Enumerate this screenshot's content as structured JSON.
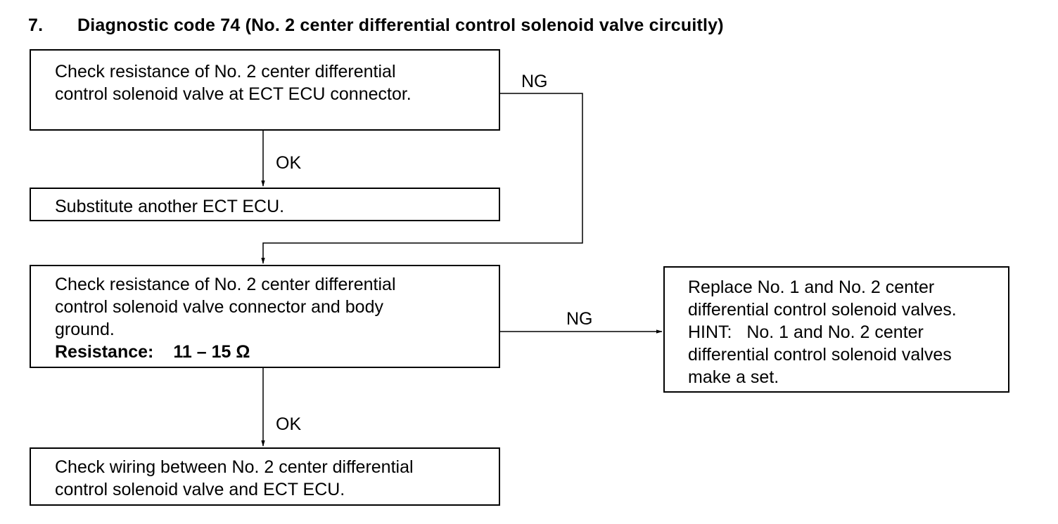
{
  "heading": {
    "number": "7.",
    "title": "Diagnostic code 74 (No. 2 center differential control solenoid valve circuitly)"
  },
  "steps": {
    "check_ecu_connector": {
      "lines": [
        "Check resistance of No. 2 center differential",
        "control solenoid valve at ECT ECU connector."
      ]
    },
    "substitute_ecu": {
      "text": "Substitute another ECT ECU."
    },
    "check_body_ground": {
      "lines": [
        "Check resistance of No. 2 center differential",
        "control solenoid valve connector and body",
        "ground."
      ],
      "spec_label": "Resistance:",
      "spec_value": "11 – 15 Ω"
    },
    "check_wiring": {
      "lines": [
        "Check wiring between No. 2 center differential",
        "control solenoid valve and ECT ECU."
      ]
    },
    "replace_valves": {
      "lines": [
        "Replace No. 1 and No. 2 center",
        "differential control solenoid valves.",
        "HINT:   No. 1 and No. 2 center",
        "differential control solenoid valves",
        "make a set."
      ]
    }
  },
  "edges": {
    "ng_1": "NG",
    "ok_1": "OK",
    "ng_2": "NG",
    "ok_2": "OK"
  }
}
